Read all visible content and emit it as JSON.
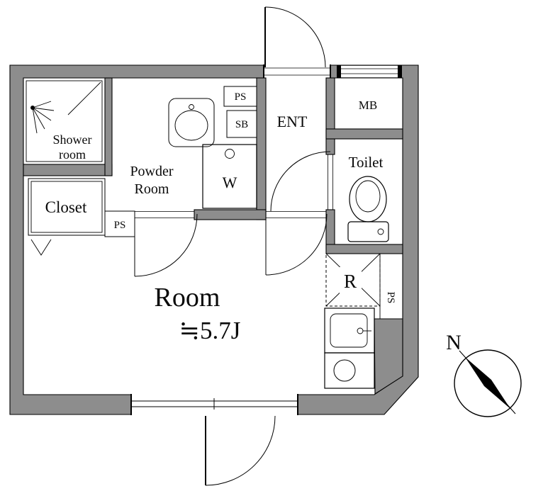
{
  "plan": {
    "rooms": {
      "shower": {
        "line1": "Shower",
        "line2": "room"
      },
      "powder": {
        "line1": "Powder",
        "line2": "Room"
      },
      "closet": {
        "label": "Closet"
      },
      "entrance": {
        "label": "ENT"
      },
      "meter_box": {
        "label": "MB"
      },
      "toilet": {
        "label": "Toilet"
      },
      "main_room": {
        "name": "Room",
        "size": "≒5.7J"
      }
    },
    "fixtures": {
      "washer": "W",
      "refrigerator": "R"
    },
    "shafts": {
      "ps_closet": "PS",
      "ps_top": "PS",
      "sb": "SB",
      "ps_right": "PS"
    },
    "compass": {
      "north": "N"
    },
    "colors": {
      "wall_fill": "#8d8d8d",
      "line": "#000000",
      "background": "#ffffff"
    }
  }
}
